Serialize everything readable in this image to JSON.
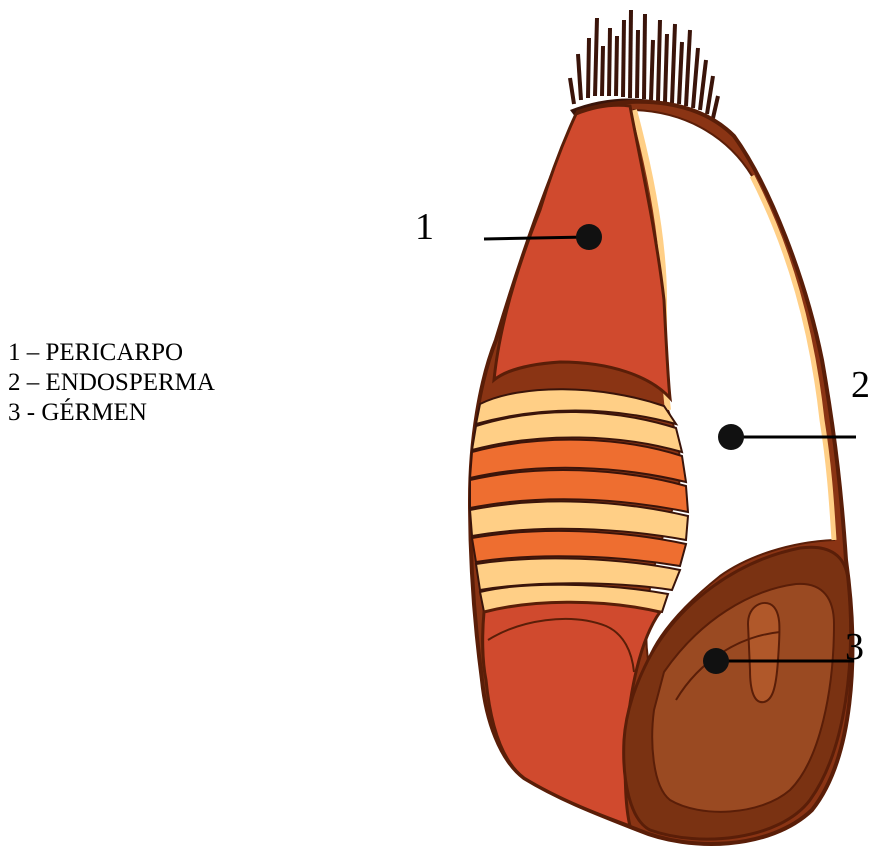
{
  "legend": {
    "items": [
      "1 – PERICARPO",
      "2 – ENDOSPERMA",
      "3 - GÉRMEN"
    ]
  },
  "callouts": {
    "one": "1",
    "two": "2",
    "three": "3"
  },
  "colors": {
    "pericarp": "#d04a2e",
    "endosperm": "#ffffff",
    "germ": "#7a3212",
    "germ_inner": "#9a4a22",
    "outline": "#5a1e08",
    "hull_edge": "#8a3414",
    "cream": "#ffcf86",
    "orange_layer": "#ee6e30",
    "hair": "#3a140a",
    "callout": "#000000"
  }
}
